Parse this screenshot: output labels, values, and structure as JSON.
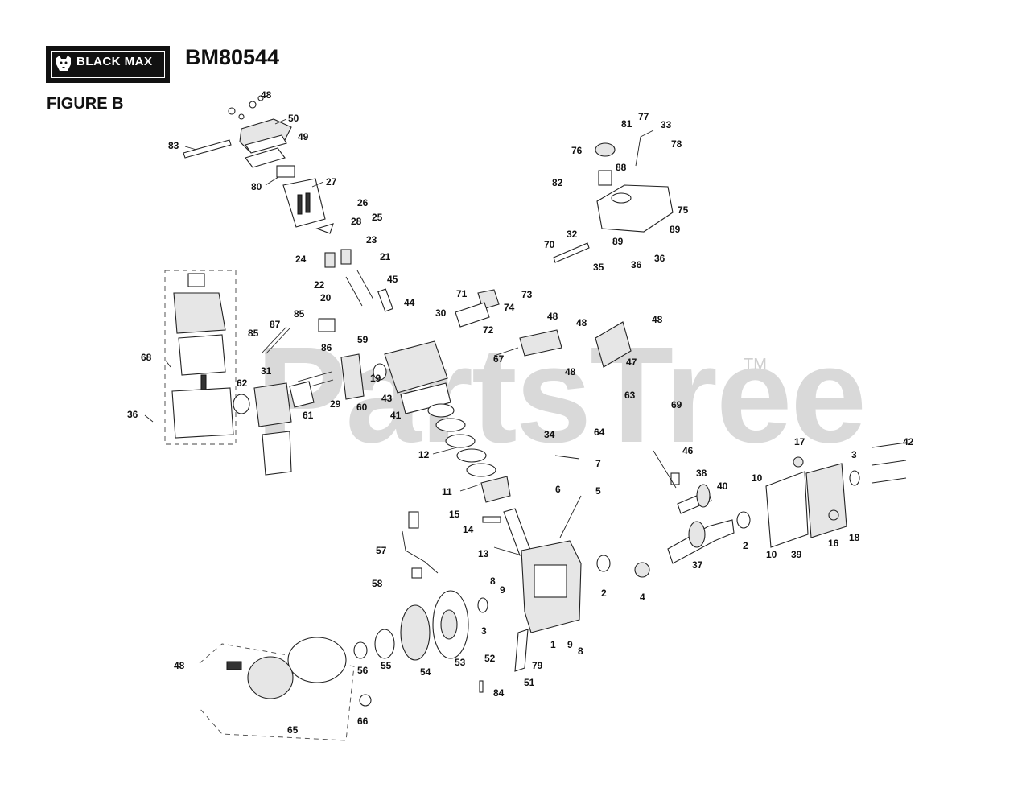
{
  "header": {
    "brand": "BLACK MAX",
    "model": "BM80544",
    "figure": "FIGURE B"
  },
  "watermark": {
    "text": "PartsTree",
    "trademark": "TM"
  },
  "colors": {
    "ink": "#111111",
    "watermark": "#d9d9d9",
    "background": "#ffffff"
  },
  "icons": {
    "logo": "bear-head-icon"
  },
  "callouts": [
    {
      "label": "48"
    },
    {
      "label": "50"
    },
    {
      "label": "49"
    },
    {
      "label": "83"
    },
    {
      "label": "80"
    },
    {
      "label": "27"
    },
    {
      "label": "26"
    },
    {
      "label": "28"
    },
    {
      "label": "25"
    },
    {
      "label": "23"
    },
    {
      "label": "24"
    },
    {
      "label": "21"
    },
    {
      "label": "22"
    },
    {
      "label": "45"
    },
    {
      "label": "20"
    },
    {
      "label": "44"
    },
    {
      "label": "85"
    },
    {
      "label": "87"
    },
    {
      "label": "85"
    },
    {
      "label": "86"
    },
    {
      "label": "59"
    },
    {
      "label": "68"
    },
    {
      "label": "31"
    },
    {
      "label": "62"
    },
    {
      "label": "29"
    },
    {
      "label": "61"
    },
    {
      "label": "60"
    },
    {
      "label": "19"
    },
    {
      "label": "43"
    },
    {
      "label": "41"
    },
    {
      "label": "36"
    },
    {
      "label": "71"
    },
    {
      "label": "30"
    },
    {
      "label": "72"
    },
    {
      "label": "73"
    },
    {
      "label": "74"
    },
    {
      "label": "70"
    },
    {
      "label": "32"
    },
    {
      "label": "35"
    },
    {
      "label": "81"
    },
    {
      "label": "77"
    },
    {
      "label": "33"
    },
    {
      "label": "78"
    },
    {
      "label": "76"
    },
    {
      "label": "88"
    },
    {
      "label": "82"
    },
    {
      "label": "75"
    },
    {
      "label": "89"
    },
    {
      "label": "89"
    },
    {
      "label": "36"
    },
    {
      "label": "36"
    },
    {
      "label": "48"
    },
    {
      "label": "48"
    },
    {
      "label": "48"
    },
    {
      "label": "67"
    },
    {
      "label": "48"
    },
    {
      "label": "47"
    },
    {
      "label": "63"
    },
    {
      "label": "69"
    },
    {
      "label": "64"
    },
    {
      "label": "46"
    },
    {
      "label": "34"
    },
    {
      "label": "12"
    },
    {
      "label": "7"
    },
    {
      "label": "6"
    },
    {
      "label": "5"
    },
    {
      "label": "11"
    },
    {
      "label": "15"
    },
    {
      "label": "14"
    },
    {
      "label": "13"
    },
    {
      "label": "38"
    },
    {
      "label": "40"
    },
    {
      "label": "10"
    },
    {
      "label": "17"
    },
    {
      "label": "3"
    },
    {
      "label": "42"
    },
    {
      "label": "57"
    },
    {
      "label": "58"
    },
    {
      "label": "8"
    },
    {
      "label": "9"
    },
    {
      "label": "2"
    },
    {
      "label": "4"
    },
    {
      "label": "37"
    },
    {
      "label": "2"
    },
    {
      "label": "10"
    },
    {
      "label": "39"
    },
    {
      "label": "16"
    },
    {
      "label": "18"
    },
    {
      "label": "3"
    },
    {
      "label": "1"
    },
    {
      "label": "9"
    },
    {
      "label": "8"
    },
    {
      "label": "52"
    },
    {
      "label": "79"
    },
    {
      "label": "51"
    },
    {
      "label": "84"
    },
    {
      "label": "53"
    },
    {
      "label": "54"
    },
    {
      "label": "55"
    },
    {
      "label": "56"
    },
    {
      "label": "66"
    },
    {
      "label": "65"
    },
    {
      "label": "48"
    }
  ]
}
